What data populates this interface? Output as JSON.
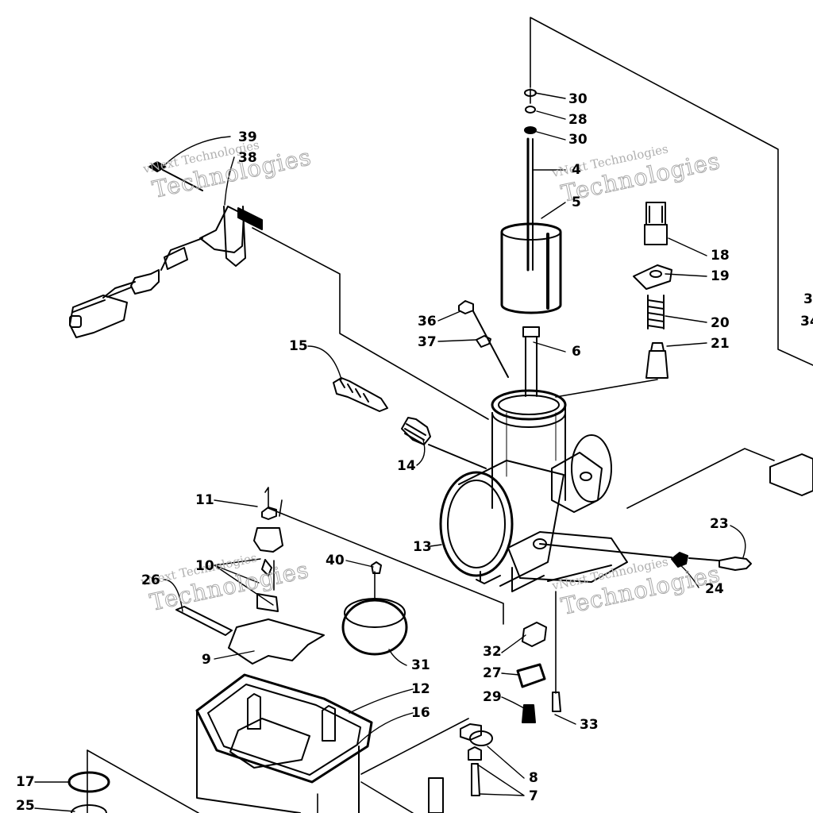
{
  "watermarks": [
    {
      "line1": "vNext",
      "line2": "Technologies",
      "small": "vNext Technologies"
    },
    {
      "line1": "vNext",
      "line2": "Technologies",
      "small": "vNext Technologies"
    },
    {
      "line1": "vNext",
      "line2": "Technologies",
      "small": "vNext Technologies"
    },
    {
      "line1": "vNext",
      "line2": "Technologies",
      "small": "vNext Technologies"
    }
  ],
  "callouts": {
    "c39": "39",
    "c38": "38",
    "c30a": "30",
    "c28": "28",
    "c30b": "30",
    "c4": "4",
    "c5": "5",
    "c18": "18",
    "c19": "19",
    "c20": "20",
    "c21": "21",
    "c3x": "3",
    "c34": "34",
    "c36": "36",
    "c37": "37",
    "c6": "6",
    "c15": "15",
    "c14": "14",
    "c11": "11",
    "c10": "10",
    "c13": "13",
    "c40": "40",
    "c26": "26",
    "c23": "23",
    "c24": "24",
    "c9": "9",
    "c31": "31",
    "c32": "32",
    "c27": "27",
    "c29": "29",
    "c33": "33",
    "c12": "12",
    "c16": "16",
    "c8": "8",
    "c7": "7",
    "c17": "17",
    "c25": "25"
  }
}
